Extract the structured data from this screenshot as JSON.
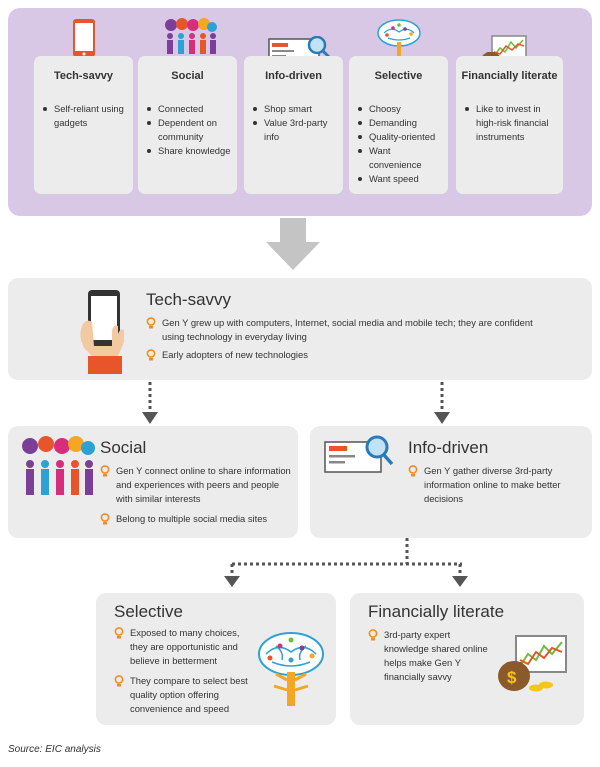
{
  "top_cards": [
    {
      "title": "Tech-savvy",
      "bullets": [
        "Self-reliant using gadgets"
      ],
      "icon": "smartphone-icon"
    },
    {
      "title": "Social",
      "bullets": [
        "Connected",
        "Dependent on community",
        "Share knowledge"
      ],
      "icon": "people-speech-bubbles-icon"
    },
    {
      "title": "Info-driven",
      "bullets": [
        "Shop smart",
        "Value 3rd-party info"
      ],
      "icon": "magnifier-screen-icon"
    },
    {
      "title": "Selective",
      "bullets": [
        "Choosy",
        "Demanding",
        "Quality-oriented",
        "Want convenience",
        "Want speed"
      ],
      "icon": "brain-tree-icon"
    },
    {
      "title": "Financially literate",
      "bullets": [
        "Like to invest in high-risk financial instruments"
      ],
      "icon": "money-bag-chart-icon"
    }
  ],
  "boxes": {
    "tech": {
      "title": "Tech-savvy",
      "bullets": [
        "Gen Y grew up with computers, Internet, social media and mobile tech; they are confident using technology in everyday living",
        "Early adopters of new technologies"
      ]
    },
    "social": {
      "title": "Social",
      "bullets": [
        "Gen Y connect online to share information and experiences with peers and people with similar interests",
        "Belong to multiple social media sites"
      ]
    },
    "info": {
      "title": "Info-driven",
      "bullets": [
        "Gen Y gather diverse 3rd-party information online to make better decisions"
      ]
    },
    "selective": {
      "title": "Selective",
      "bullets": [
        "Exposed to many choices, they are opportunistic and believe in betterment",
        "They compare to select best quality option offering convenience and speed"
      ]
    },
    "financial": {
      "title": "Financially literate",
      "bullets": [
        "3rd-party expert knowledge shared online helps make Gen Y financially savvy"
      ]
    }
  },
  "source": "Source: EIC analysis",
  "colors": {
    "panel": "#d8c8e6",
    "box": "#ececec",
    "arrow": "#555555",
    "bulb": "#f08c28",
    "orange": "#e8552a"
  }
}
